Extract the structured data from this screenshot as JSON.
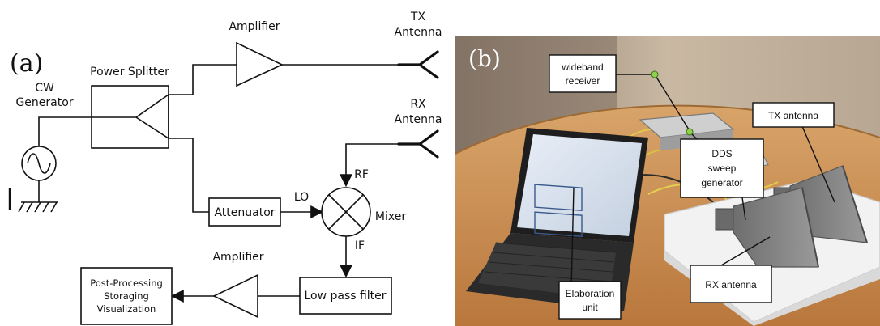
{
  "panel_a": {
    "tag": "(a)",
    "cw_generator": [
      "CW",
      "Generator"
    ],
    "power_splitter": "Power Splitter",
    "amplifier_top": "Amplifier",
    "tx_antenna": [
      "TX",
      "Antenna"
    ],
    "rx_antenna": [
      "RX",
      "Antenna"
    ],
    "rf": "RF",
    "lo": "LO",
    "if": "IF",
    "mixer": "Mixer",
    "attenuator": "Attenuator",
    "amplifier_bottom": "Amplifier",
    "low_pass_filter": "Low pass filter",
    "post_processing": [
      "Post-Processing",
      "Storaging",
      "Visualization"
    ]
  },
  "panel_b": {
    "tag": "(b)",
    "wideband_receiver": [
      "wideband",
      "receiver"
    ],
    "tx_antenna": "TX antenna",
    "dds_sweep_generator": [
      "DDS",
      "sweep",
      "generator"
    ],
    "elaboration_unit": [
      "Elaboration",
      "unit"
    ],
    "rx_antenna": "RX antenna"
  }
}
